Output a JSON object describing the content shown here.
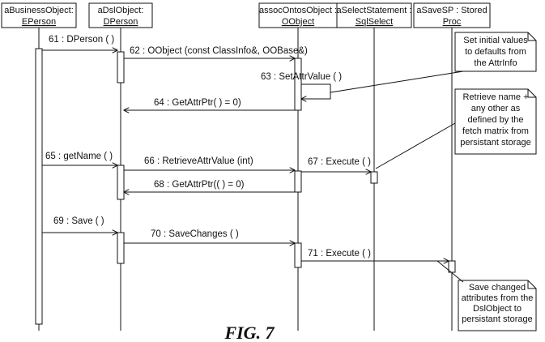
{
  "objects": [
    {
      "id": "aBusinessObject",
      "name": "aBusinessObject:",
      "cls": "EPerson"
    },
    {
      "id": "aDslObject",
      "name": "aDslObject:",
      "cls": "DPerson"
    },
    {
      "id": "assocOntosObject",
      "name": "assocOntosObject :",
      "cls": "OObject"
    },
    {
      "id": "aSelectStatement",
      "name": "aSelectStatement :",
      "cls": "SqlSelect"
    },
    {
      "id": "aSaveSP",
      "name": "aSaveSP : Stored",
      "cls": "Proc"
    }
  ],
  "messages": [
    {
      "id": "m61",
      "label": "61 : DPerson ( )"
    },
    {
      "id": "m62",
      "label": "62 : OObject (const ClassInfo&, OOBase&)"
    },
    {
      "id": "m63",
      "label": "63 : SetAttrValue ( )"
    },
    {
      "id": "m64",
      "label": "64 : GetAttrPtr( ) = 0)"
    },
    {
      "id": "m65",
      "label": "65 : getName ( )"
    },
    {
      "id": "m66",
      "label": "66 : RetrieveAttrValue (int)"
    },
    {
      "id": "m67",
      "label": "67 : Execute ( )"
    },
    {
      "id": "m68",
      "label": "68 : GetAttrPtr(( ) = 0)"
    },
    {
      "id": "m69",
      "label": "69 : Save ( )"
    },
    {
      "id": "m70",
      "label": "70 : SaveChanges ( )"
    },
    {
      "id": "m71",
      "label": "71 : Execute ( )"
    }
  ],
  "notes": {
    "n1": [
      "Set initial values",
      "to defaults from",
      "the AttrInfo"
    ],
    "n2": [
      "Retrieve name +",
      "any other as",
      "defined by the",
      "fetch matrix from",
      "persistant storage"
    ],
    "n3": [
      "Save changed",
      "attributes from the",
      "DslObject to",
      "persistant storage"
    ]
  },
  "figure_label": "FIG. 7"
}
